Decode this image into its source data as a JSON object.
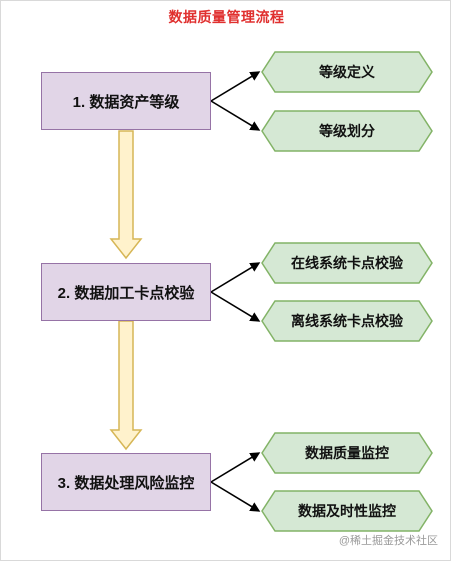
{
  "title": "数据质量管理流程",
  "steps": [
    {
      "label": "1. 数据资产等级",
      "children": [
        "等级定义",
        "等级划分"
      ]
    },
    {
      "label": "2. 数据加工卡点校验",
      "children": [
        "在线系统卡点校验",
        "离线系统卡点校验"
      ]
    },
    {
      "label": "3. 数据处理风险监控",
      "children": [
        "数据质量监控",
        "数据及时性监控"
      ]
    }
  ],
  "watermark": "@稀土掘金技术社区",
  "colors": {
    "title": "#e0302f",
    "step_fill": "#e1d5e7",
    "step_border": "#9673a6",
    "leaf_fill": "#d5e8d4",
    "leaf_border": "#82b366",
    "flow_arrow_fill": "#fff2cc",
    "flow_arrow_border": "#d6b656"
  }
}
